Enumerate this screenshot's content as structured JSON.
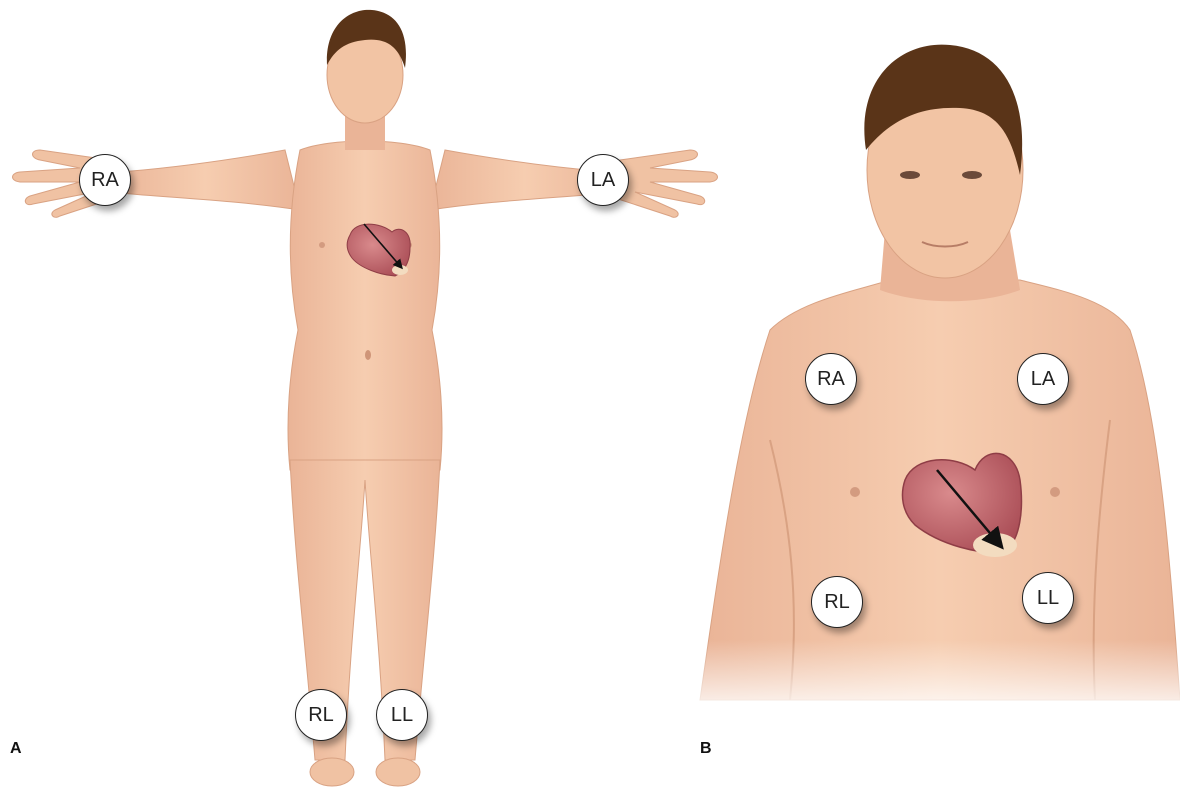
{
  "panel_a": {
    "label": "A",
    "electrodes": {
      "ra": "RA",
      "la": "LA",
      "rl": "RL",
      "ll": "LL"
    }
  },
  "panel_b": {
    "label": "B",
    "electrodes": {
      "ra": "RA",
      "la": "LA",
      "rl": "RL",
      "ll": "LL"
    }
  },
  "colors": {
    "skin": "#f2c4a4",
    "skin_shade": "#e3a888",
    "hair": "#5a3418",
    "heart": "#c46a70",
    "heart_dark": "#9e4650",
    "arrow": "#111111",
    "electrode_fill": "#ffffff"
  }
}
